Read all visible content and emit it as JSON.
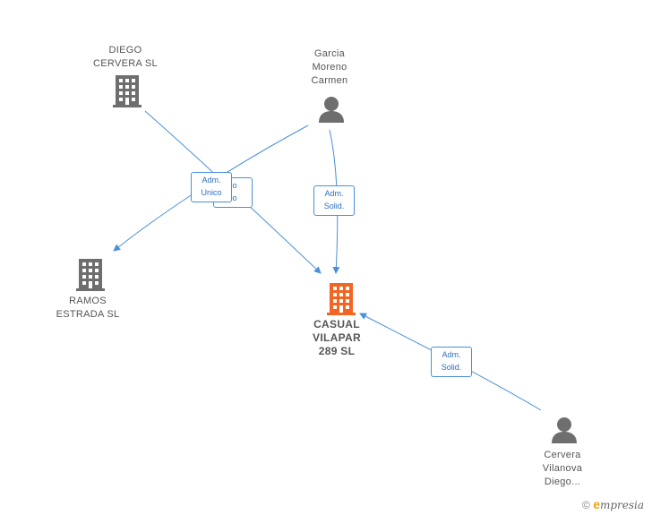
{
  "nodes": {
    "diego_cervera": {
      "lines": [
        "DIEGO",
        "CERVERA  SL"
      ]
    },
    "garcia_moreno": {
      "lines": [
        "Garcia",
        "Moreno",
        "Carmen"
      ]
    },
    "ramos_estrada": {
      "lines": [
        "RAMOS",
        "ESTRADA SL"
      ]
    },
    "casual_vilapar": {
      "lines": [
        "CASUAL",
        "VILAPAR",
        "289 SL"
      ]
    },
    "cervera_vilanova": {
      "lines": [
        "Cervera",
        "Vilanova",
        "Diego..."
      ]
    }
  },
  "edge_labels": {
    "socio_unico_partial": {
      "lines": [
        "cio",
        "ico"
      ]
    },
    "adm_unico": {
      "lines": [
        "Adm.",
        "Unico"
      ]
    },
    "adm_solid_garcia": {
      "lines": [
        "Adm.",
        "Solid."
      ]
    },
    "adm_solid_cervera": {
      "lines": [
        "Adm.",
        "Solid."
      ]
    }
  },
  "colors": {
    "edge": "#4a90d9",
    "company_icon": "#6e6e6e",
    "main_company_icon": "#f26522",
    "person_icon": "#6e6e6e"
  },
  "icons": {
    "company": "building-icon",
    "person": "person-icon"
  },
  "footer": {
    "copyright": "©",
    "brand_initial": "e",
    "brand_rest": "mpresia"
  }
}
